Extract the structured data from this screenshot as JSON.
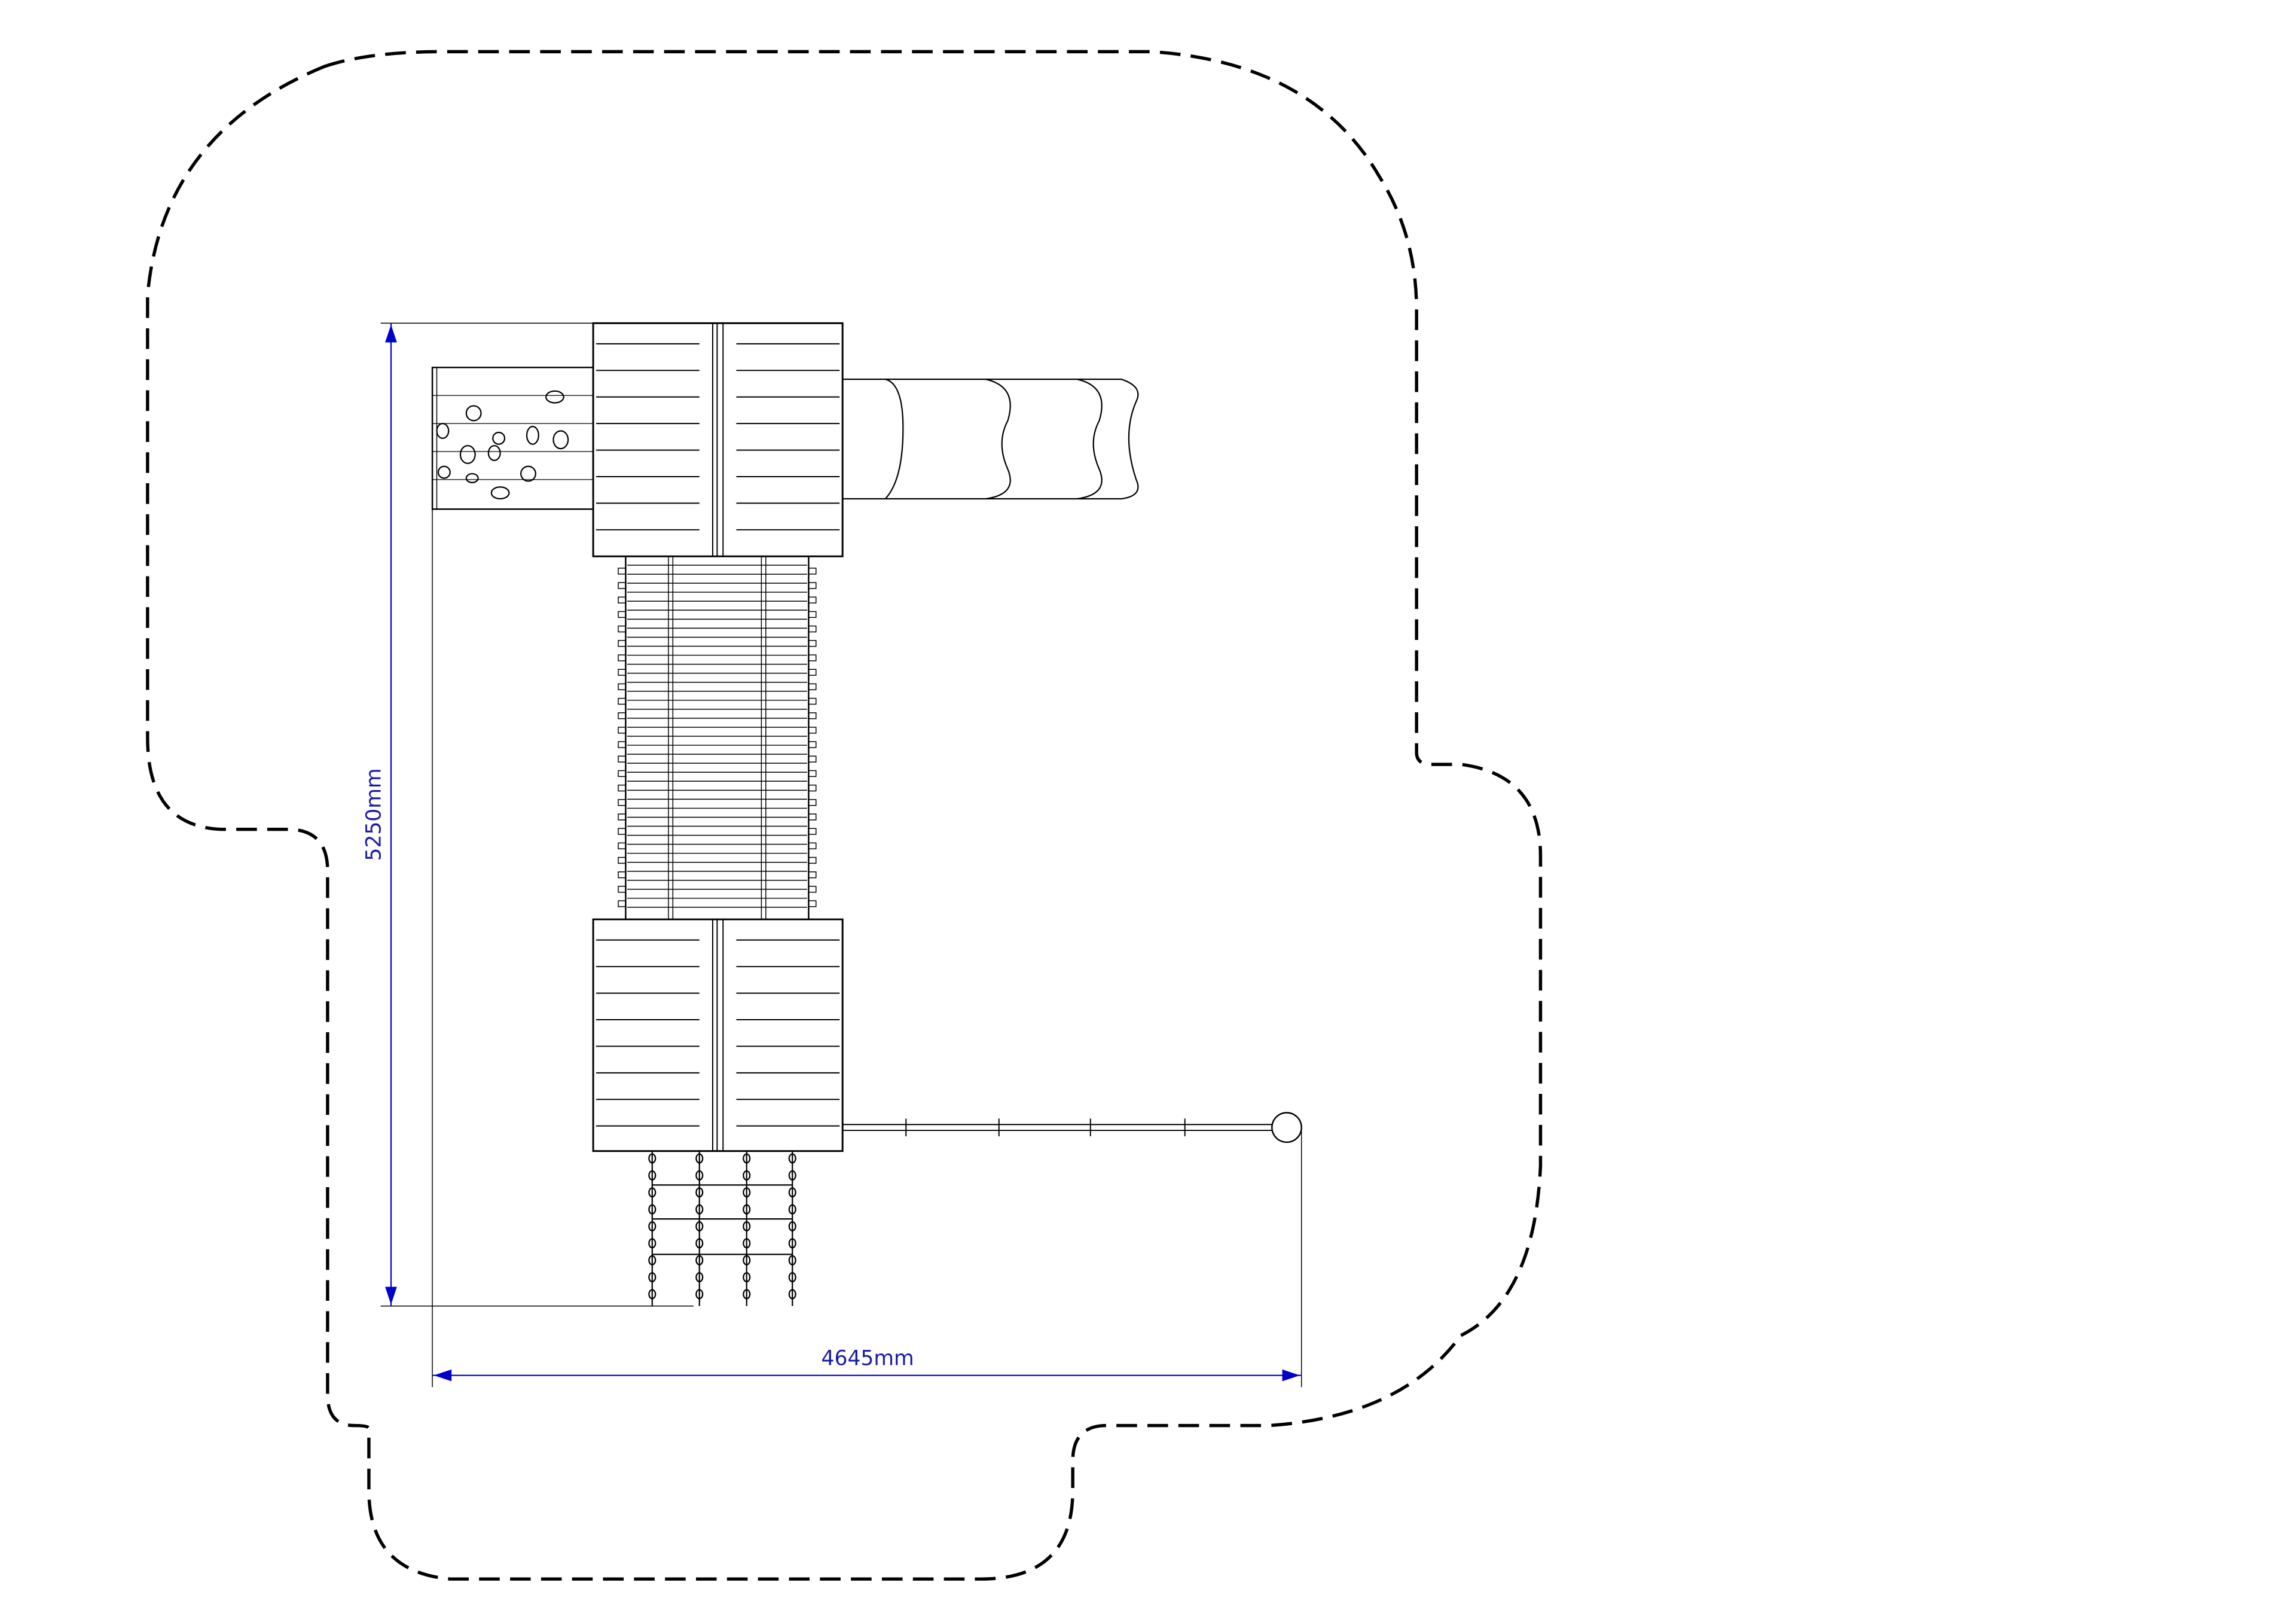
{
  "drawing": {
    "type": "playground equipment plan view",
    "dimensions": {
      "height_label": "5250mm",
      "width_label": "4645mm"
    },
    "colors": {
      "line": "#000000",
      "dimension": "#0000cc",
      "background": "#ffffff"
    },
    "components": [
      "safety-zone-outline",
      "climbing-wall",
      "upper-platform",
      "tube-slide",
      "bridge",
      "lower-platform",
      "rope-net",
      "zipline-cable"
    ]
  }
}
